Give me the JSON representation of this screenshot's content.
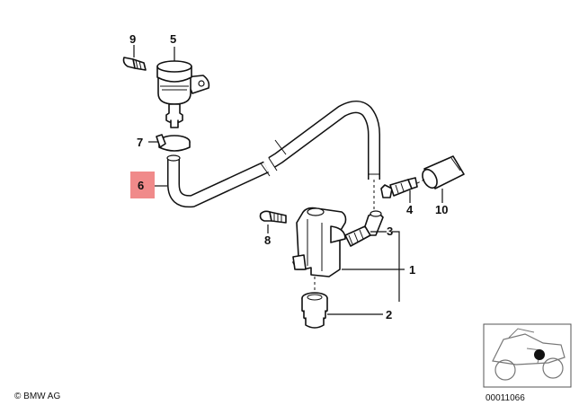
{
  "callouts": {
    "c1": "1",
    "c2": "2",
    "c3": "3",
    "c4": "4",
    "c5": "5",
    "c6": "6",
    "c7": "7",
    "c8": "8",
    "c9": "9",
    "c10": "10"
  },
  "highlight_color": "#f08a8a",
  "footer": {
    "copyright": "© BMW AG",
    "diagram_number": "00011066"
  }
}
